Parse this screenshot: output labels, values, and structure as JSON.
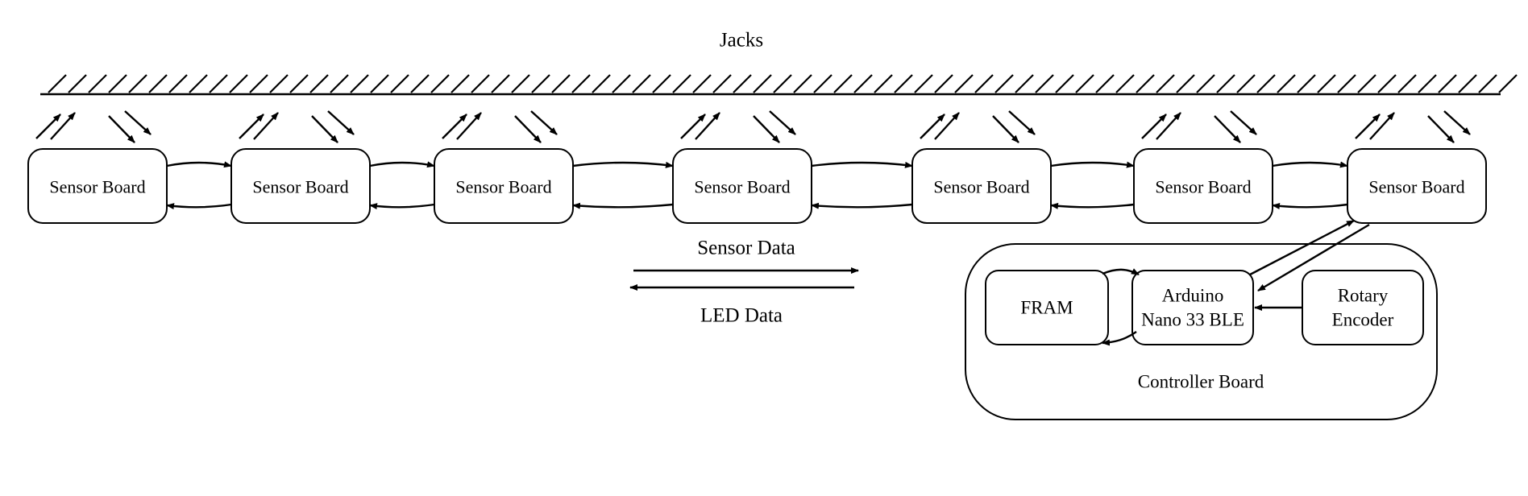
{
  "diagram": {
    "title": "Jacks",
    "sensor_board_label": "Sensor Board",
    "sensor_boards": [
      "Sensor Board",
      "Sensor Board",
      "Sensor Board",
      "Sensor Board",
      "Sensor Board",
      "Sensor Board",
      "Sensor Board"
    ],
    "legend": {
      "sensor_data": "Sensor Data",
      "led_data": "LED Data"
    },
    "controller": {
      "label": "Controller Board",
      "fram": "FRAM",
      "arduino_line1": "Arduino",
      "arduino_line2": "Nano 33 BLE",
      "encoder_line1": "Rotary",
      "encoder_line2": "Encoder"
    }
  }
}
